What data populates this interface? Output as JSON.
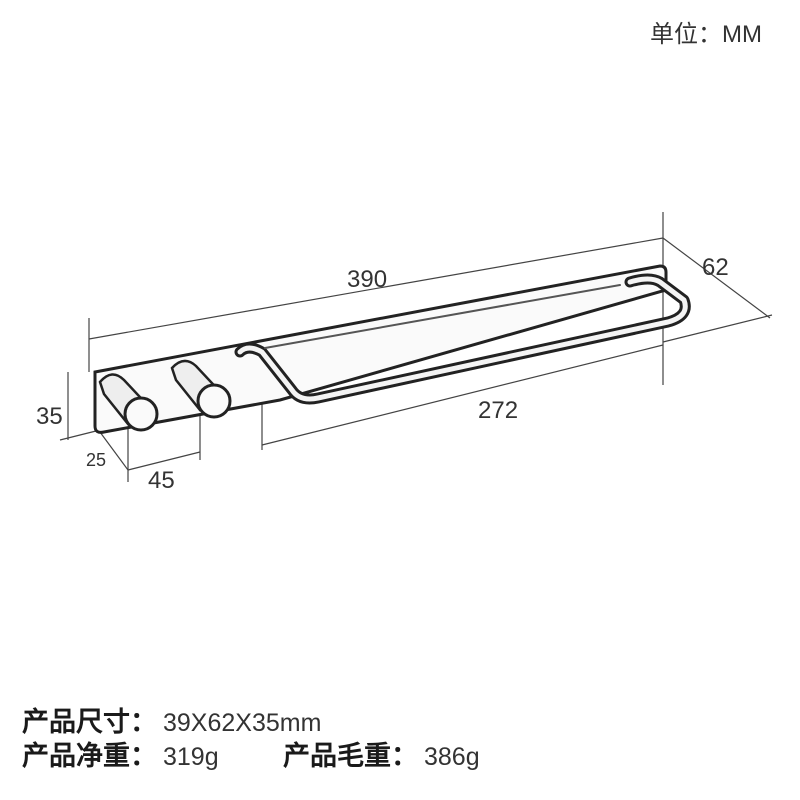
{
  "unit_label": "单位：MM",
  "dimensions": {
    "length": "390",
    "depth": "62",
    "bar_length": "272",
    "height": "35",
    "hook_depth": "25",
    "hook_spacing": "45"
  },
  "specs": {
    "size_label": "产品尺寸：",
    "size_value": "39X62X35mm",
    "net_weight_label": "产品净重：",
    "net_weight_value": "319g",
    "gross_weight_label": "产品毛重：",
    "gross_weight_value": "386g"
  }
}
